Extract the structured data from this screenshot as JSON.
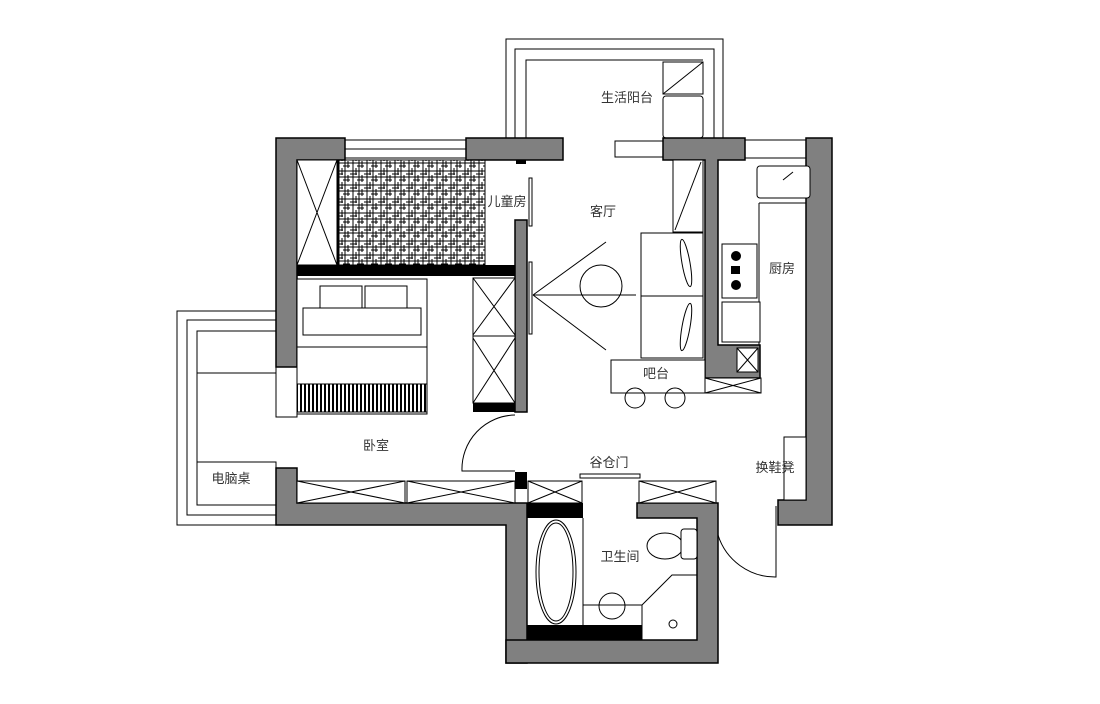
{
  "rooms": {
    "utility_balcony": "生活阳台",
    "kids_room": "儿童房",
    "living_room": "客厅",
    "kitchen": "厨房",
    "bar_counter": "吧台",
    "bedroom": "卧室",
    "barn_door": "谷仓门",
    "shoe_bench": "换鞋凳",
    "computer_desk": "电脑桌",
    "bathroom": "卫生间"
  },
  "colors": {
    "wall": "#808080",
    "partition": "#000000",
    "line": "#000000"
  }
}
